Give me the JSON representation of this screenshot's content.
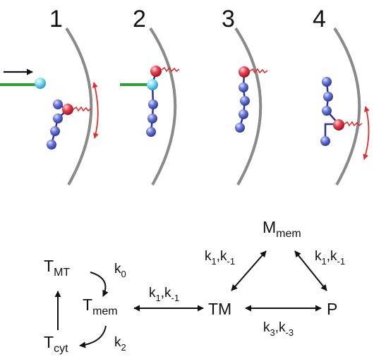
{
  "panels": [
    {
      "number": "1"
    },
    {
      "number": "2"
    },
    {
      "number": "3"
    },
    {
      "number": "4"
    }
  ],
  "scheme": {
    "T_MT": {
      "main": "T",
      "sub": "MT"
    },
    "T_mem": {
      "main": "T",
      "sub": "mem"
    },
    "T_cyt": {
      "main": "T",
      "sub": "cyt"
    },
    "M_mem": {
      "main": "M",
      "sub": "mem"
    },
    "TM": "TM",
    "P": "P",
    "rates": {
      "k0": {
        "main": "k",
        "sub": "0"
      },
      "k2": {
        "main": "k",
        "sub": "2"
      },
      "Tmem_TM": {
        "a": "k",
        "a_sub": "1",
        "sep": ",",
        "b": "k",
        "b_sub": "-1"
      },
      "TM_Mmem": {
        "a": "k",
        "a_sub": "1",
        "sep": ",",
        "b": "k",
        "b_sub": "-1"
      },
      "Mmem_P": {
        "a": "k",
        "a_sub": "1",
        "sep": ",",
        "b": "k",
        "b_sub": "-1"
      },
      "TM_P": {
        "a": "k",
        "a_sub": "3",
        "sep": ",",
        "b": "k",
        "b_sub": "-3"
      }
    }
  },
  "colors": {
    "membrane": "#8a8a8a",
    "microtubule": "#2e9e3a",
    "tip_bead": "#7fd6f0",
    "chain_bead": "#5a68c8",
    "active_bead": "#e8384a",
    "motion_arrow": "#d8302e",
    "ink": "#111111"
  },
  "icons": [
    "arrow-right-icon",
    "curved-double-arrow-icon",
    "wavy-tail-icon"
  ]
}
